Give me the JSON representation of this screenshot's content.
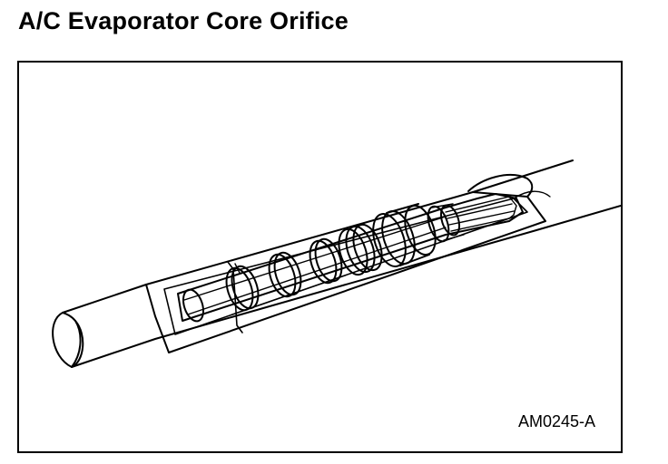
{
  "title": "A/C Evaporator Core Orifice",
  "figure": {
    "code": "AM0245-A",
    "parts": [
      "tube",
      "orifice-tube-body",
      "filter-screen-rings",
      "o-ring",
      "inlet-screen"
    ]
  },
  "colors": {
    "ink": "#000000",
    "paper": "#ffffff"
  }
}
